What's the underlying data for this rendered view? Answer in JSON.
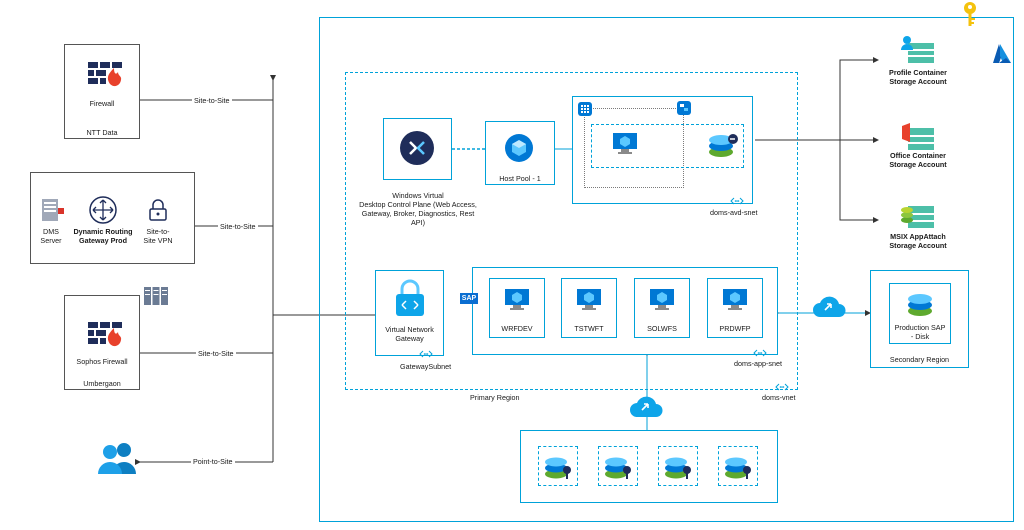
{
  "on_prem": {
    "ntt": {
      "firewall": "Firewall",
      "site": "NTT Data",
      "link": "Site-to-Site"
    },
    "dms": {
      "server": "DMS\nServer",
      "router": "Dynamic Routing\nGateway Prod",
      "vpn": "Site-to-\nSite VPN",
      "link": "Site-to-Site"
    },
    "umbergaon": {
      "firewall": "Sophos Firewall",
      "site": "Umbergaon",
      "link": "Site-to-Site"
    },
    "users": {
      "link": "Point-to-Site"
    }
  },
  "azure": {
    "control_plane": "Windows Virtual\nDesktop Control Plane (Web Access,\nGateway, Broker, Diagnostics, Rest API)",
    "host_pool": "Host Pool - 1",
    "avd_subnet": "doms-avd-snet",
    "vnet_gateway": "Virtual Network\nGateway",
    "gateway_subnet": "GatewaySubnet",
    "sap_logo": "SAP",
    "vms": [
      "WRFDEV",
      "TSTWFT",
      "SOLWFS",
      "PRDWFP"
    ],
    "app_subnet": "doms-app-snet",
    "primary_region": "Primary Region",
    "vnet": "doms-vnet",
    "secondary_region": "Secondary Region",
    "production_disk": "Production SAP\n- Disk",
    "storage": [
      "Profile Container\nStorage Account",
      "Office Container\nStorage Account",
      "MSIX AppAttach\nStorage Account"
    ]
  },
  "colors": {
    "azure_blue": "#00a2d9",
    "firewall_red": "#e8412c",
    "icon_navy": "#1f2d5a"
  }
}
